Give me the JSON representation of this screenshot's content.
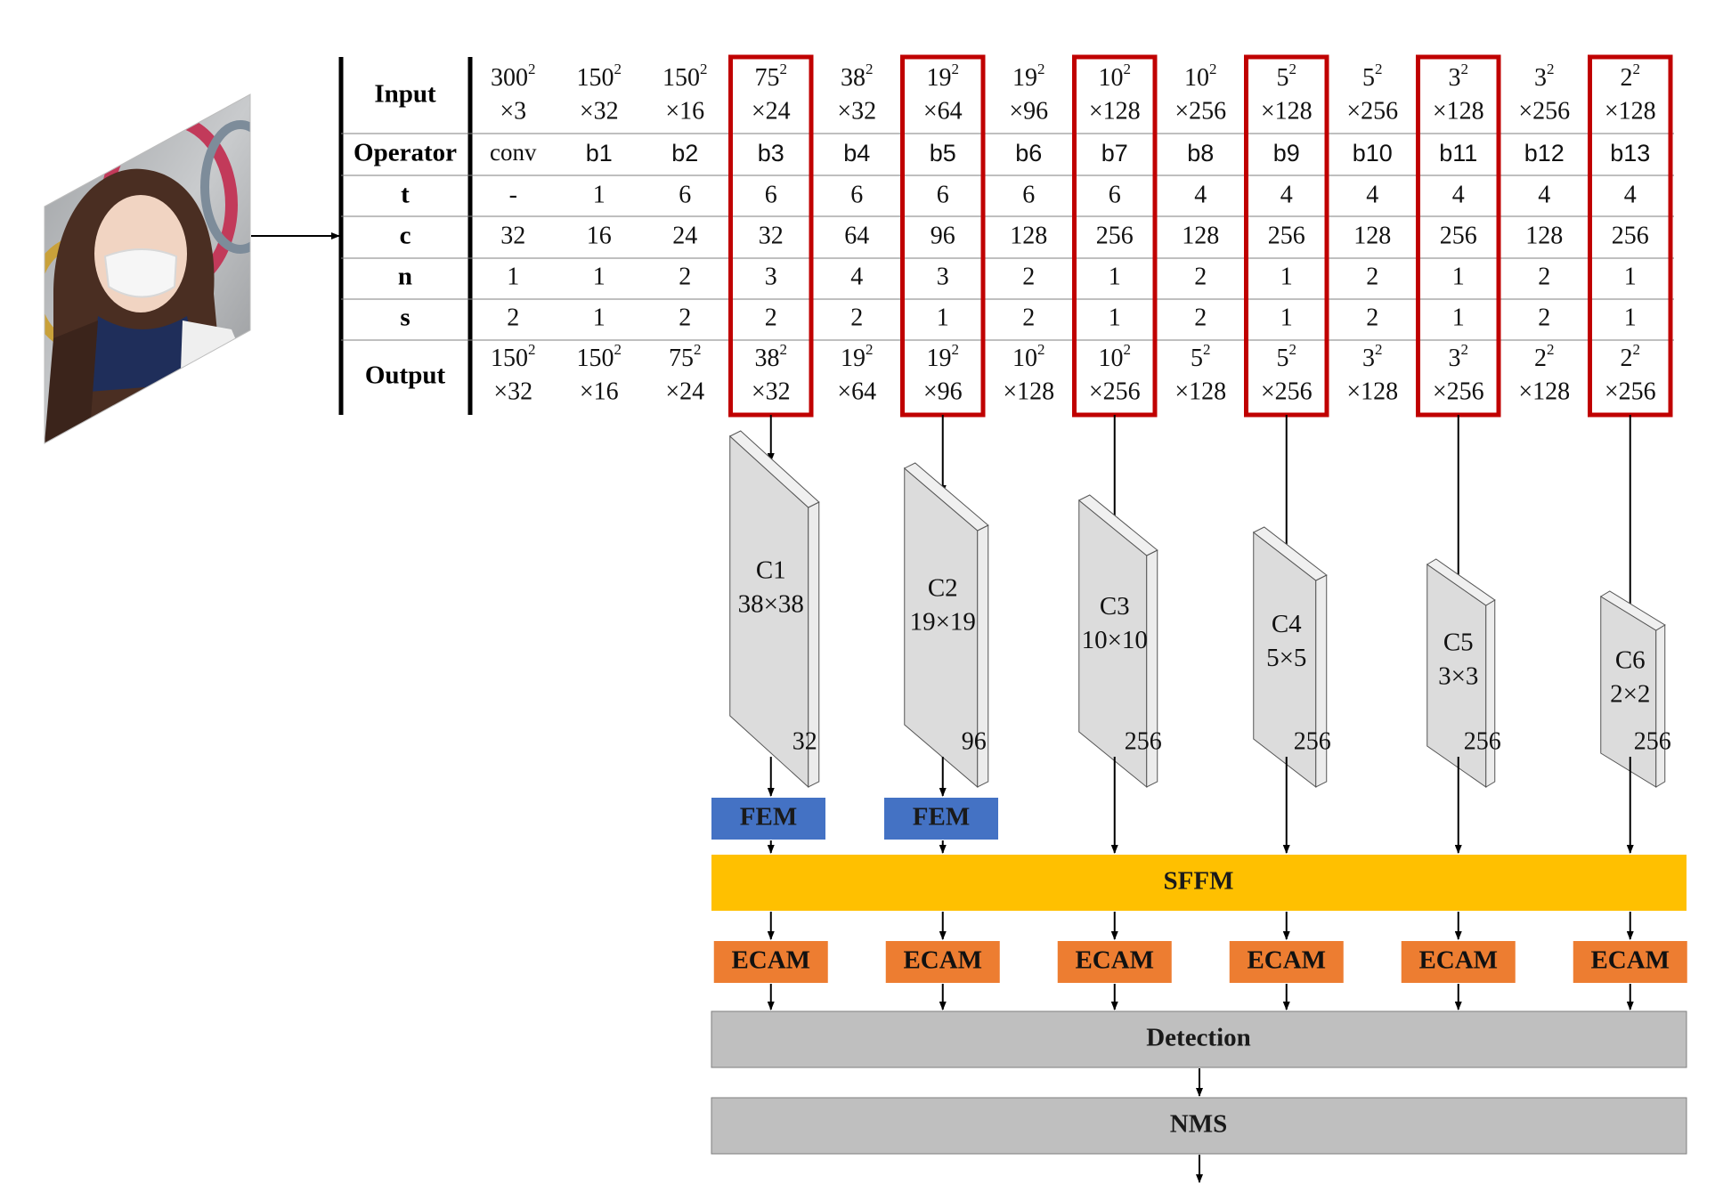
{
  "table": {
    "row_labels": [
      "Input",
      "Operator",
      "t",
      "c",
      "n",
      "s",
      "Output"
    ],
    "columns": [
      {
        "input_size": "300",
        "input_ch": "×3",
        "op": "conv",
        "t": "-",
        "c": "32",
        "n": "1",
        "s": "2",
        "out_size": "150",
        "out_ch": "×32",
        "highlight": false
      },
      {
        "input_size": "150",
        "input_ch": "×32",
        "op": "b1",
        "t": "1",
        "c": "16",
        "n": "1",
        "s": "1",
        "out_size": "150",
        "out_ch": "×16",
        "highlight": false
      },
      {
        "input_size": "150",
        "input_ch": "×16",
        "op": "b2",
        "t": "6",
        "c": "24",
        "n": "2",
        "s": "2",
        "out_size": "75",
        "out_ch": "×24",
        "highlight": false
      },
      {
        "input_size": "75",
        "input_ch": "×24",
        "op": "b3",
        "t": "6",
        "c": "32",
        "n": "3",
        "s": "2",
        "out_size": "38",
        "out_ch": "×32",
        "highlight": true
      },
      {
        "input_size": "38",
        "input_ch": "×32",
        "op": "b4",
        "t": "6",
        "c": "64",
        "n": "4",
        "s": "2",
        "out_size": "19",
        "out_ch": "×64",
        "highlight": false
      },
      {
        "input_size": "19",
        "input_ch": "×64",
        "op": "b5",
        "t": "6",
        "c": "96",
        "n": "3",
        "s": "1",
        "out_size": "19",
        "out_ch": "×96",
        "highlight": true
      },
      {
        "input_size": "19",
        "input_ch": "×96",
        "op": "b6",
        "t": "6",
        "c": "128",
        "n": "2",
        "s": "2",
        "out_size": "10",
        "out_ch": "×128",
        "highlight": false
      },
      {
        "input_size": "10",
        "input_ch": "×128",
        "op": "b7",
        "t": "6",
        "c": "256",
        "n": "1",
        "s": "1",
        "out_size": "10",
        "out_ch": "×256",
        "highlight": true
      },
      {
        "input_size": "10",
        "input_ch": "×256",
        "op": "b8",
        "t": "4",
        "c": "128",
        "n": "2",
        "s": "2",
        "out_size": "5",
        "out_ch": "×128",
        "highlight": false
      },
      {
        "input_size": "5",
        "input_ch": "×128",
        "op": "b9",
        "t": "4",
        "c": "256",
        "n": "1",
        "s": "1",
        "out_size": "5",
        "out_ch": "×256",
        "highlight": true
      },
      {
        "input_size": "5",
        "input_ch": "×256",
        "op": "b10",
        "t": "4",
        "c": "128",
        "n": "2",
        "s": "2",
        "out_size": "3",
        "out_ch": "×128",
        "highlight": false
      },
      {
        "input_size": "3",
        "input_ch": "×128",
        "op": "b11",
        "t": "4",
        "c": "256",
        "n": "1",
        "s": "1",
        "out_size": "3",
        "out_ch": "×256",
        "highlight": true
      },
      {
        "input_size": "3",
        "input_ch": "×256",
        "op": "b12",
        "t": "4",
        "c": "128",
        "n": "2",
        "s": "2",
        "out_size": "2",
        "out_ch": "×128",
        "highlight": false
      },
      {
        "input_size": "2",
        "input_ch": "×128",
        "op": "b13",
        "t": "4",
        "c": "256",
        "n": "1",
        "s": "1",
        "out_size": "2",
        "out_ch": "×256",
        "highlight": true
      }
    ],
    "superscript": "2"
  },
  "feature_maps": [
    {
      "name": "C1",
      "size": "38×38",
      "channels": "32"
    },
    {
      "name": "C2",
      "size": "19×19",
      "channels": "96"
    },
    {
      "name": "C3",
      "size": "10×10",
      "channels": "256"
    },
    {
      "name": "C4",
      "size": "5×5",
      "channels": "256"
    },
    {
      "name": "C5",
      "size": "3×3",
      "channels": "256"
    },
    {
      "name": "C6",
      "size": "2×2",
      "channels": "256"
    }
  ],
  "modules": {
    "fem": "FEM",
    "sffm": "SFFM",
    "ecam": "ECAM",
    "detection": "Detection",
    "nms": "NMS"
  },
  "colors": {
    "highlight": "#c00000",
    "fem": "#4472c4",
    "sffm": "#ffc000",
    "ecam": "#ed7d31",
    "gray_box": "#bfbfbf",
    "feature_map_front": "#dcdcdc",
    "feature_map_side": "#ececec"
  },
  "icons": {
    "input_image": "masked-face-photo-icon"
  }
}
